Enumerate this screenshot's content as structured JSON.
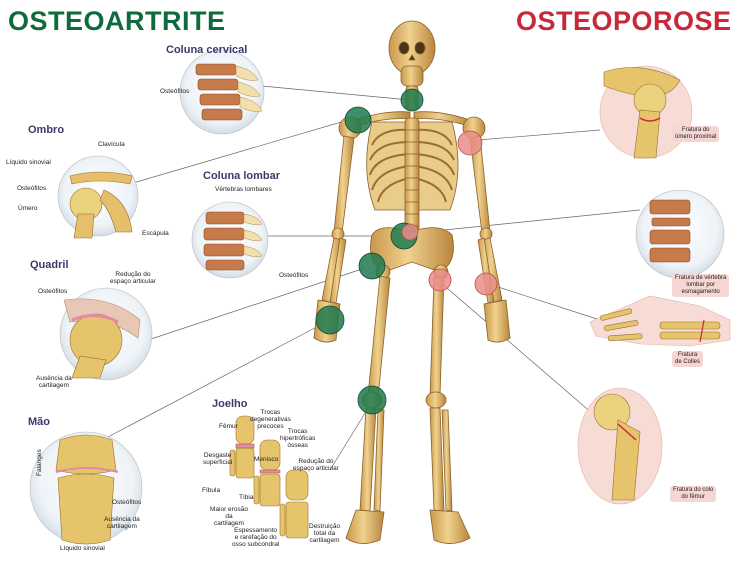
{
  "titles": {
    "left": "OSTEOARTRITE",
    "right": "OSTEOPOROSE"
  },
  "colors": {
    "left_title": "#0f6b3b",
    "right_title": "#c8283a",
    "green_marker": "#1e7a4f",
    "red_marker": "#e88d88",
    "bone": "#e3bf72",
    "bone_dark": "#a57a35"
  },
  "sections": {
    "cervical": "Coluna cervical",
    "ombro": "Ombro",
    "lombar": "Coluna lombar",
    "quadril": "Quadril",
    "mao": "Mão",
    "joelho": "Joelho"
  },
  "labels": {
    "cervical_osteofitos": "Osteófitos",
    "ombro_clavicula": "Clavícula",
    "ombro_liquido": "Líquido sinovial",
    "ombro_osteofitos": "Osteófitos",
    "ombro_umero": "Úmero",
    "ombro_escapula": "Escápula",
    "lombar_vertebras": "Vértebras lombares",
    "lombar_osteofitos": "Osteófitos",
    "quadril_reducao": "Redução do\nespaço articular",
    "quadril_osteofitos": "Osteófitos",
    "quadril_ausencia": "Ausência da\ncartilagem",
    "mao_falanges": "Falanges",
    "mao_osteofitos": "Osteófitos",
    "mao_ausencia": "Ausência da\ncartilagem",
    "mao_liquido": "Líquido sinovial",
    "joelho_femur": "Fêmur",
    "joelho_trocas_deg": "Trocas\ndegenerativas\nprecoces",
    "joelho_trocas_hip": "Trocas\nhipertróficas\nósseas",
    "joelho_desgaste": "Desgaste\nsuperficial",
    "joelho_menisco": "Menisco",
    "joelho_reducao": "Redução do\nespaço articular",
    "joelho_fibula": "Fíbula",
    "joelho_tibia": "Tíbia",
    "joelho_maior_erosao": "Maior erosão\nda\ncartilagem",
    "joelho_espessamento": "Espessamento\ne rarefação do\nosso subcondral",
    "joelho_destruicao": "Destruição\ntotal da\ncartilagem",
    "fratura_umero": "Fratura do\número proximal",
    "fratura_vertebra": "Fratura de vértebra\nlombar por\nesmagamento",
    "fratura_colles": "Fratura\nde Colles",
    "fratura_femur": "Fratura do colo\ndo fêmur"
  }
}
